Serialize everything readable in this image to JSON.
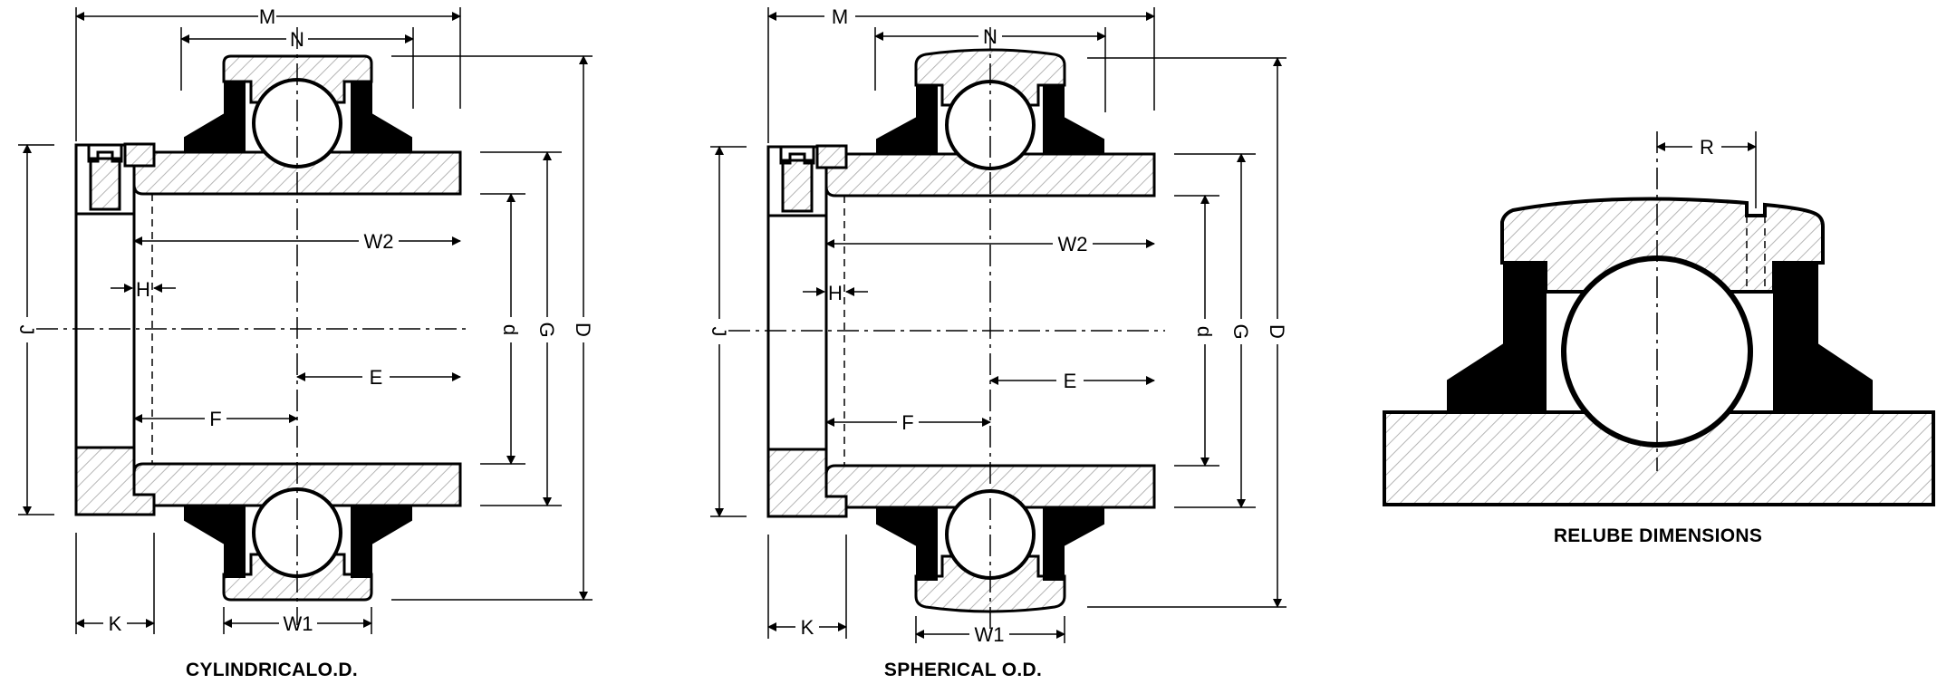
{
  "figures": {
    "cylindrical": {
      "caption": "CYLINDRICALO.D.",
      "labels": {
        "M": "M",
        "N": "N",
        "J": "J",
        "W2": "W2",
        "H": "H",
        "E": "E",
        "F": "F",
        "d": "d",
        "G": "G",
        "D": "D",
        "K": "K",
        "W1": "W1"
      }
    },
    "spherical": {
      "caption": "SPHERICAL O.D.",
      "labels": {
        "M": "M",
        "N": "N",
        "J": "J",
        "W2": "W2",
        "H": "H",
        "E": "E",
        "F": "F",
        "d": "d",
        "G": "G",
        "D": "D",
        "K": "K",
        "W1": "W1"
      }
    },
    "relube": {
      "caption": "RELUBE DIMENSIONS",
      "labels": {
        "R": "R"
      }
    }
  },
  "colors": {
    "line": "#000000",
    "hatch": "#b5b5b5",
    "fill": "#ffffff"
  }
}
